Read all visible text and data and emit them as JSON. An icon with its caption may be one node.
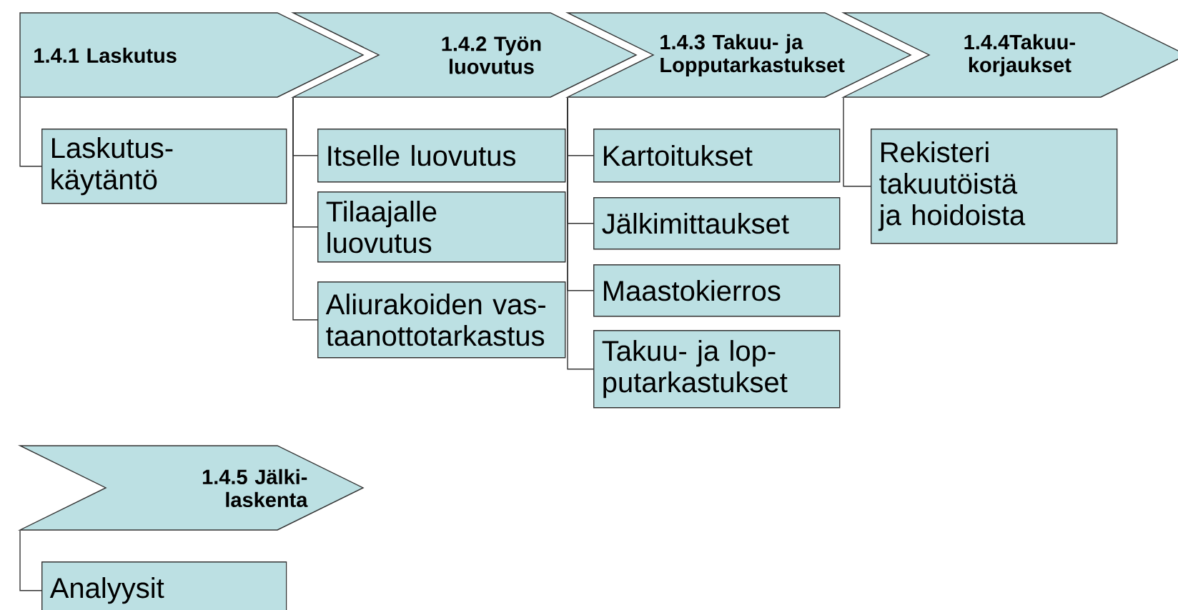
{
  "diagram": {
    "nodes": [
      {
        "text": [
          "1.4.1 Laskutus"
        ]
      },
      {
        "text": [
          "Laskutus- käytäntö"
        ]
      },
      {
        "text": [
          "1.4.2 Työn luovutus"
        ]
      },
      {
        "text": [
          "Itselle luovutus"
        ]
      },
      {
        "text": [
          "Tilaajalle luovutus"
        ]
      },
      {
        "text": [
          "Aliurakoiden vas- taanottotarkastus"
        ]
      },
      {
        "text": [
          "1.4.3 Takuu- ja Lopputarkastukset"
        ]
      },
      {
        "text": [
          "Kartoitukset"
        ]
      },
      {
        "text": [
          "Jälkimittaukset"
        ]
      },
      {
        "text": [
          "Maastokierros"
        ]
      },
      {
        "text": [
          "Takuu- ja lop- putarkastukset"
        ]
      },
      {
        "text": [
          "1.4.4Takuu- korjaukset"
        ]
      },
      {
        "text": [
          "Rekisteri takuutöistä ja hoidoista"
        ]
      },
      {
        "text": [
          "1.4.5 Jälki- laskenta"
        ]
      },
      {
        "text": [
          "Analyysit"
        ]
      }
    ],
    "edges": [
      {
        "from": 0,
        "to": 1,
        "arrow": "none"
      },
      {
        "from": 2,
        "to": 3,
        "arrow": "none"
      },
      {
        "from": 2,
        "to": 4,
        "arrow": "none"
      },
      {
        "from": 2,
        "to": 5,
        "arrow": "none"
      },
      {
        "from": 6,
        "to": 7,
        "arrow": "none"
      },
      {
        "from": 6,
        "to": 8,
        "arrow": "none"
      },
      {
        "from": 6,
        "to": 9,
        "arrow": "none"
      },
      {
        "from": 6,
        "to": 10,
        "arrow": "none"
      },
      {
        "from": 11,
        "to": 12,
        "arrow": "none"
      },
      {
        "from": 13,
        "to": 14,
        "arrow": "none"
      }
    ]
  }
}
